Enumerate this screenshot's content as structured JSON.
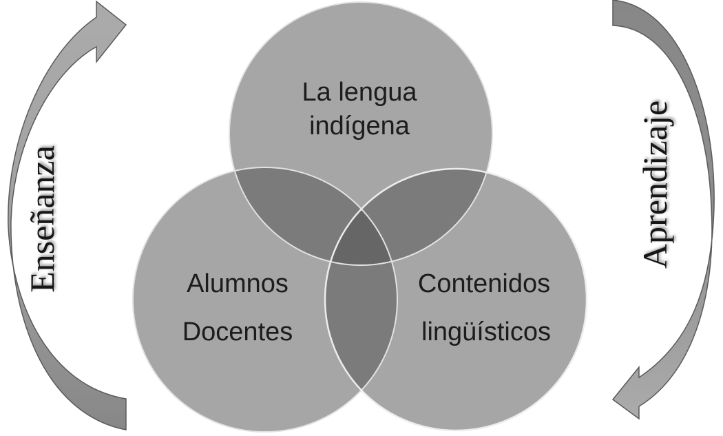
{
  "diagram": {
    "type": "venn-3-with-cycle-arrows",
    "colors": {
      "background": "#ffffff",
      "circle_fill": "#a6a6a6",
      "overlap_two": "#7b7b7b",
      "overlap_three": "#666666",
      "circle_border": "#e6e6e6",
      "arrow_fill_light": "#aaaaaa",
      "arrow_fill_dark": "#888888",
      "arrow_stroke": "#5a5a5a",
      "text": "#1c1c1c"
    },
    "circles": [
      {
        "id": "top",
        "lines": [
          "La lengua",
          "indígena"
        ]
      },
      {
        "id": "left",
        "lines": [
          "Alumnos",
          "Docentes"
        ]
      },
      {
        "id": "right",
        "lines": [
          "Contenidos",
          "lingüísticos"
        ]
      }
    ],
    "arrows": [
      {
        "id": "left-arrow",
        "direction": "upward",
        "label": "Enseñanza"
      },
      {
        "id": "right-arrow",
        "direction": "downward",
        "label": "Aprendizaje"
      }
    ]
  }
}
